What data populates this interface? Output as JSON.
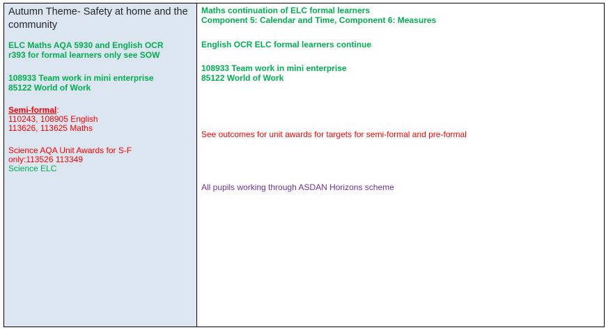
{
  "left": {
    "theme_title": "Autumn Theme- Safety at home and the community",
    "elc_line1": "ELC Maths AQA 5930 and English OCR",
    "elc_line2": "r393 for formal learners only see SOW",
    "team_line1": "108933 Team work in mini enterprise",
    "team_line2": "85122 World of Work",
    "semi_heading": "Semi-formal",
    "semi_colon": ":",
    "semi_line1": "110243, 108905 English",
    "semi_line2": "113626, 113625 Maths",
    "science_line1": "Science AQA Unit Awards for S-F",
    "science_line2": "only:113526    113349",
    "science_line3": "Science ELC"
  },
  "right": {
    "maths_line1": "Maths continuation of ELC formal learners",
    "maths_line2": "Component 5: Calendar and Time, Component 6: Measures",
    "english_line": "English OCR ELC  formal learners continue",
    "team_line1": "108933 Team work in mini enterprise",
    "team_line2": "85122 World of Work",
    "outcomes_line": "See outcomes for unit awards for targets for semi-formal and pre-formal",
    "asdan_line": "All pupils working through ASDAN Horizons scheme"
  },
  "colors": {
    "left_bg": "#dce6f1",
    "green": "#00b050",
    "red": "#ff0000",
    "purple": "#7030a0",
    "theme_text": "#262626"
  }
}
